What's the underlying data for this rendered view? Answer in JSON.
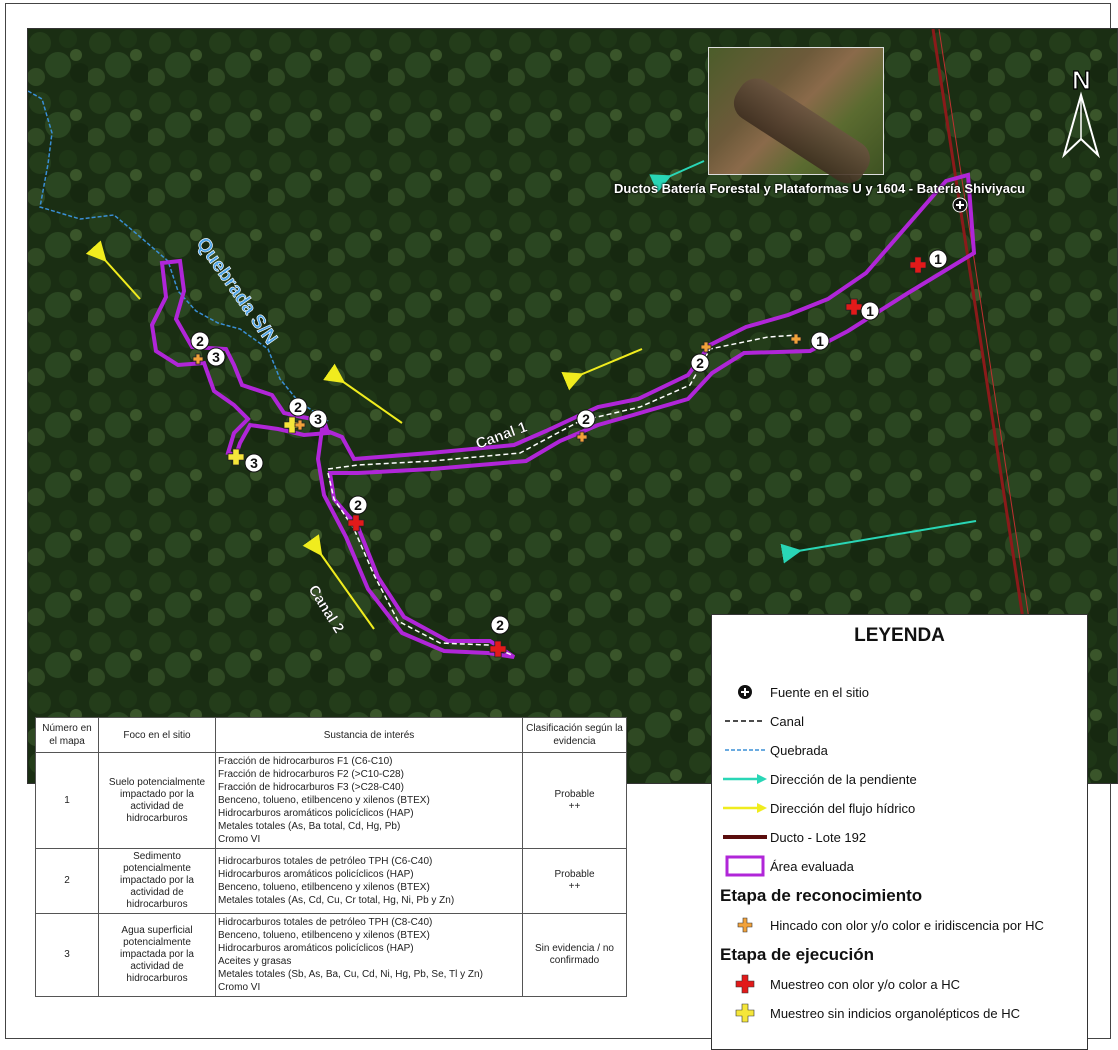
{
  "map": {
    "photo_caption": "Ductos Batería Forestal y Plataformas U y 1604 - Batería Shiviyacu",
    "quebrada_label": "Quebrada S/N",
    "canal1_label": "Canal 1",
    "canal2_label": "Canal 2",
    "north_label": "N",
    "markers": [
      "1",
      "1",
      "1",
      "2",
      "2",
      "2",
      "2",
      "2",
      "2",
      "3",
      "3",
      "3"
    ],
    "colors": {
      "area": "#b026d8",
      "canal": "#ffffff",
      "quebrada": "#3a8fd6",
      "pendiente": "#29d6b6",
      "flujo": "#f0ec1e",
      "ducto": "#8b1a1a",
      "red_cross": "#e21a1a",
      "yellow_cross": "#f5e63a",
      "orange_cross": "#f2a23a"
    }
  },
  "legend": {
    "title": "LEYENDA",
    "items": [
      {
        "label": "Fuente en el sitio",
        "icon": "source-icon"
      },
      {
        "label": "Canal",
        "icon": "canal-line-icon"
      },
      {
        "label": "Quebrada",
        "icon": "quebrada-line-icon"
      },
      {
        "label": "Dirección de la pendiente",
        "icon": "slope-arrow-icon"
      },
      {
        "label": "Dirección del flujo hídrico",
        "icon": "flow-arrow-icon"
      },
      {
        "label": "Ducto - Lote 192",
        "icon": "pipeline-line-icon"
      },
      {
        "label": "Área evaluada",
        "icon": "area-box-icon"
      }
    ],
    "recon_heading": "Etapa de reconocimiento",
    "recon_items": [
      {
        "label": "Hincado con olor y/o color e iridiscencia por HC",
        "icon": "orange-cross-icon"
      }
    ],
    "exec_heading": "Etapa de ejecución",
    "exec_items": [
      {
        "label": "Muestreo con olor y/o color a HC",
        "icon": "red-cross-icon"
      },
      {
        "label": "Muestreo sin indicios organolépticos de HC",
        "icon": "yellow-cross-icon"
      }
    ]
  },
  "table": {
    "headers": [
      "Número en el mapa",
      "Foco en el sitio",
      "Sustancia de interés",
      "Clasificación según la evidencia"
    ],
    "rows": [
      {
        "num": "1",
        "foco": "Suelo potencialmente impactado por la actividad de hidrocarburos",
        "sustancias": [
          "Fracción de hidrocarburos F1 (C6-C10)",
          "Fracción de hidrocarburos F2 (>C10-C28)",
          "Fracción de hidrocarburos F3 (>C28-C40)",
          "Benceno, tolueno, etilbenceno y xilenos (BTEX)",
          "Hidrocarburos aromáticos policíclicos (HAP)",
          "Metales totales (As, Ba total, Cd, Hg, Pb)",
          "Cromo VI"
        ],
        "clasificacion": "Probable",
        "nivel": "++"
      },
      {
        "num": "2",
        "foco": "Sedimento potencialmente impactado por la actividad de hidrocarburos",
        "sustancias": [
          "Hidrocarburos totales de petróleo TPH (C6-C40)",
          "Hidrocarburos aromáticos policíclicos (HAP)",
          "Benceno, tolueno, etilbenceno y xilenos (BTEX)",
          "Metales totales (As, Cd, Cu, Cr total, Hg, Ni, Pb y Zn)"
        ],
        "clasificacion": "Probable",
        "nivel": "++"
      },
      {
        "num": "3",
        "foco": "Agua superficial potencialmente impactada por la actividad de hidrocarburos",
        "sustancias": [
          "Hidrocarburos totales de petróleo TPH (C8-C40)",
          "Benceno, tolueno, etilbenceno y xilenos (BTEX)",
          "Hidrocarburos aromáticos policíclicos (HAP)",
          "Aceites y grasas",
          "Metales totales (Sb, As, Ba, Cu, Cd, Ni, Hg, Pb, Se, Tl y Zn)",
          "Cromo VI"
        ],
        "clasificacion": "Sin evidencia / no confirmado",
        "nivel": ""
      }
    ]
  }
}
